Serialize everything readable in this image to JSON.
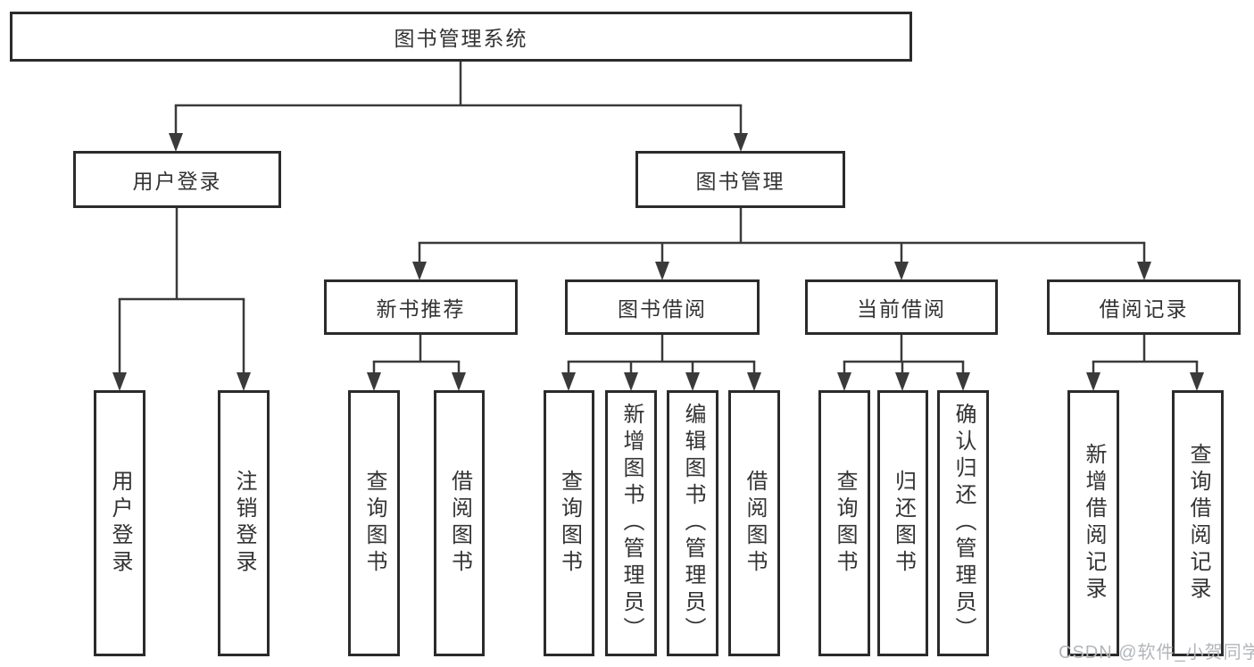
{
  "diagram": {
    "root": "图书管理系统",
    "branches": {
      "user_login": "用户登录",
      "book_management": "图书管理"
    },
    "modules": {
      "new_books": "新书推荐",
      "book_borrow": "图书借阅",
      "current_borrow": "当前借阅",
      "borrow_records": "借阅记录"
    },
    "leaves": {
      "user_login": [
        "用户登录",
        "注销登录"
      ],
      "new_books": [
        "查询图书",
        "借阅图书"
      ],
      "book_borrow": [
        "查询图书",
        "新增图书（管理员）",
        "编辑图书（管理员）",
        "借阅图书"
      ],
      "current_borrow": [
        "查询图书",
        "归还图书",
        "确认归还（管理员）"
      ],
      "borrow_records": [
        "新增借阅记录",
        "查询借阅记录"
      ]
    }
  },
  "watermark": "CSDN @软件_小贺同学",
  "colors": {
    "line": "#3a3a3a",
    "box_border": "#2b2b2b",
    "text": "#333333",
    "watermark": "#b2b6bb",
    "background": "#ffffff"
  }
}
